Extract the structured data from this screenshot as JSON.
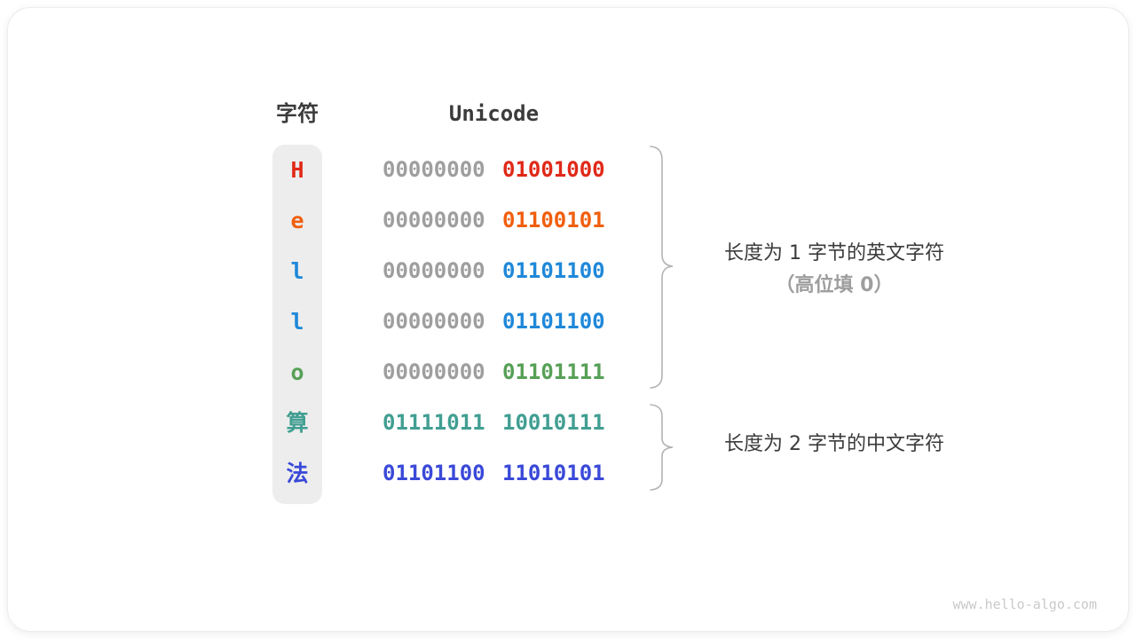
{
  "header": {
    "char_label": "字符",
    "unicode_label": "Unicode"
  },
  "rows": [
    {
      "char": "H",
      "char_color": "#e02918",
      "byte1": "00000000",
      "byte1_color": "#9e9e9e",
      "byte2": "01001000",
      "byte2_color": "#e02918"
    },
    {
      "char": "e",
      "char_color": "#f05f0e",
      "byte1": "00000000",
      "byte1_color": "#9e9e9e",
      "byte2": "01100101",
      "byte2_color": "#f05f0e"
    },
    {
      "char": "l",
      "char_color": "#1f88d9",
      "byte1": "00000000",
      "byte1_color": "#9e9e9e",
      "byte2": "01101100",
      "byte2_color": "#1f88d9"
    },
    {
      "char": "l",
      "char_color": "#1f88d9",
      "byte1": "00000000",
      "byte1_color": "#9e9e9e",
      "byte2": "01101100",
      "byte2_color": "#1f88d9"
    },
    {
      "char": "o",
      "char_color": "#57a057",
      "byte1": "00000000",
      "byte1_color": "#9e9e9e",
      "byte2": "01101111",
      "byte2_color": "#57a057"
    },
    {
      "char": "算",
      "char_color": "#419e92",
      "byte1": "01111011",
      "byte1_color": "#419e92",
      "byte2": "10010111",
      "byte2_color": "#419e92"
    },
    {
      "char": "法",
      "char_color": "#3a49d8",
      "byte1": "01101100",
      "byte1_color": "#3a49d8",
      "byte2": "11010101",
      "byte2_color": "#3a49d8"
    }
  ],
  "annotations": {
    "english_line1": "长度为 1 字节的英文字符",
    "english_line2": "（高位填 0）",
    "chinese_line1": "长度为 2 字节的中文字符"
  },
  "watermark": "www.hello-algo.com",
  "colors": {
    "text_dark": "#3b3b3b",
    "text_gray": "#9e9e9e",
    "column_bg": "#ededed",
    "brace": "#b3b3b3",
    "watermark": "#c9c9c9",
    "card_bg": "#ffffff"
  }
}
